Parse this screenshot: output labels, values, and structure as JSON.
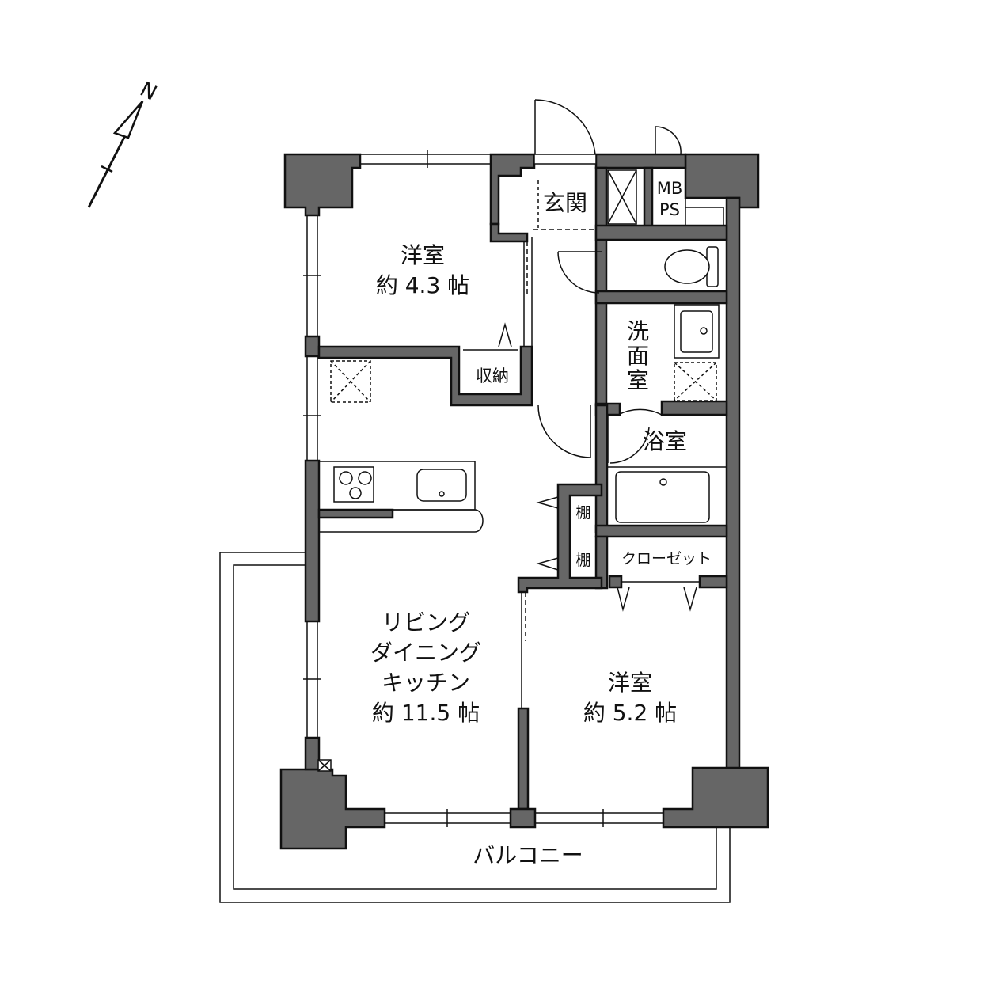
{
  "compass": {
    "label": "N"
  },
  "rooms": {
    "western_room_1": {
      "name": "洋室",
      "size": "約 4.3 帖"
    },
    "western_room_2": {
      "name": "洋室",
      "size": "約 5.2 帖"
    },
    "ldk": {
      "line1": "リビング",
      "line2": "ダイニング",
      "line3": "キッチン",
      "size": "約 11.5 帖"
    },
    "entrance": {
      "name": "玄関"
    },
    "mbps": {
      "line1": "MB",
      "line2": "PS"
    },
    "washroom": {
      "line1": "洗",
      "line2": "面",
      "line3": "室"
    },
    "bathroom": {
      "name": "浴室"
    },
    "storage": {
      "name": "収納"
    },
    "shelf_1": {
      "name": "棚"
    },
    "shelf_2": {
      "name": "棚"
    },
    "closet": {
      "name": "クローゼット"
    },
    "balcony": {
      "name": "バルコニー"
    }
  },
  "colors": {
    "wall": "#666666",
    "outline": "#111111",
    "background": "#ffffff"
  }
}
